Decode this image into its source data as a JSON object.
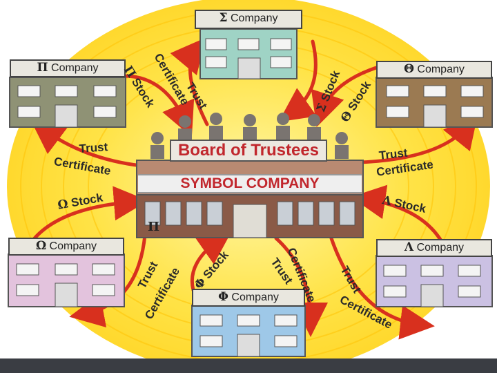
{
  "diagram": {
    "central": {
      "board_sign": "Board of Trustees",
      "company_sign": "SYMBOL COMPANY",
      "facade_symbol": "Π"
    },
    "companies": [
      {
        "id": "sigma",
        "symbol": "Σ",
        "label": "Company",
        "color": "#9fd3c5"
      },
      {
        "id": "pi",
        "symbol": "Π",
        "label": "Company",
        "color": "#8f9275"
      },
      {
        "id": "theta",
        "symbol": "Θ",
        "label": "Company",
        "color": "#9b7a52"
      },
      {
        "id": "omega",
        "symbol": "Ω",
        "label": "Company",
        "color": "#e3c3dd"
      },
      {
        "id": "lambda",
        "symbol": "Λ",
        "label": "Company",
        "color": "#cbc1e3"
      },
      {
        "id": "phi",
        "symbol": "Φ",
        "label": "Company",
        "color": "#9ec8e8"
      }
    ],
    "arrow_labels": {
      "pi_stock": {
        "symbol": "Π",
        "text": "Stock"
      },
      "sigma_stock": {
        "symbol": "Σ",
        "text": "Stock"
      },
      "theta_stock": {
        "symbol": "Θ",
        "text": "Stock"
      },
      "omega_stock": {
        "symbol": "Ω",
        "text": "Stock"
      },
      "lambda_stock": {
        "symbol": "Λ",
        "text": "Stock"
      },
      "phi_stock": {
        "symbol": "Φ",
        "text": "Stock"
      },
      "cert_top_1": "Certificate",
      "cert_top_2": "Trust",
      "trust_left": "Trust",
      "cert_left": "Certificate",
      "trust_right": "Trust",
      "cert_right": "Certificate",
      "trust_bl": "Trust",
      "cert_bl": "Certificate",
      "cert_bc_1": "Certificate",
      "trust_bc": "Trust",
      "trust_br": "Trust",
      "cert_br": "Certificate"
    },
    "colors": {
      "background_glow": "#ffe347",
      "arrow": "#d8301e",
      "sign_text": "#c1272d"
    }
  }
}
